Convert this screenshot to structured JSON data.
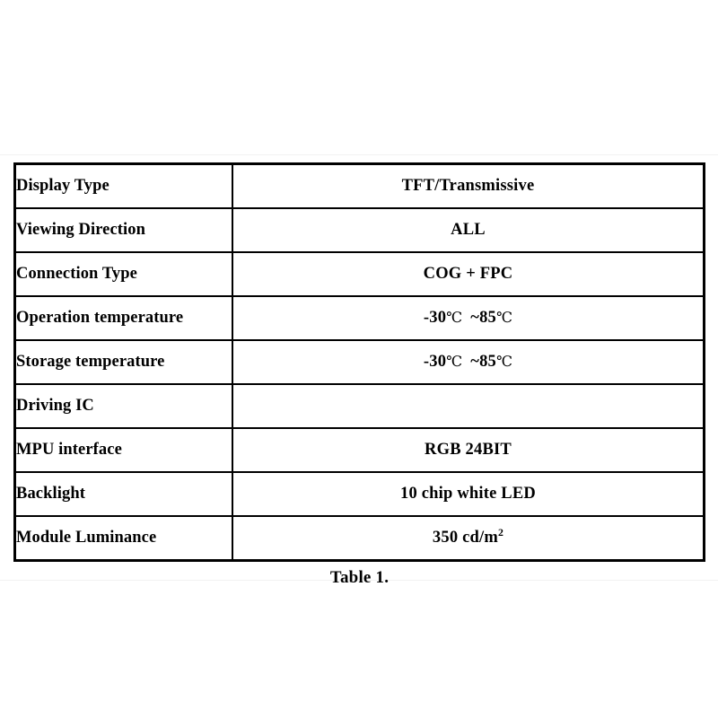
{
  "document": {
    "table": {
      "caption": "Table 1.",
      "rows": [
        {
          "parameter": "Display Type",
          "value": "TFT/Transmissive"
        },
        {
          "parameter": "Viewing Direction",
          "value": "ALL"
        },
        {
          "parameter": "Connection Type",
          "value": "COG + FPC"
        },
        {
          "parameter": "Operation temperature",
          "value_min": "-30",
          "value_unit_min": "℃",
          "value_max": "~85",
          "value_unit_max": "℃",
          "value": "-30℃  ~85℃"
        },
        {
          "parameter": "Storage temperature",
          "value_min": "-30",
          "value_unit_min": "℃",
          "value_max": "~85",
          "value_unit_max": "℃",
          "value": "-30℃  ~85℃"
        },
        {
          "parameter": "Driving IC",
          "value": ""
        },
        {
          "parameter": "MPU interface",
          "value": "RGB 24BIT"
        },
        {
          "parameter": "Backlight",
          "value": "10 chip white LED"
        },
        {
          "parameter": "Module Luminance",
          "value_number": "350 cd/m",
          "value_exponent": "2",
          "value": "350 cd/m2"
        }
      ]
    },
    "colors": {
      "background": "#ffffff",
      "text": "#000000",
      "border": "#000000"
    }
  }
}
